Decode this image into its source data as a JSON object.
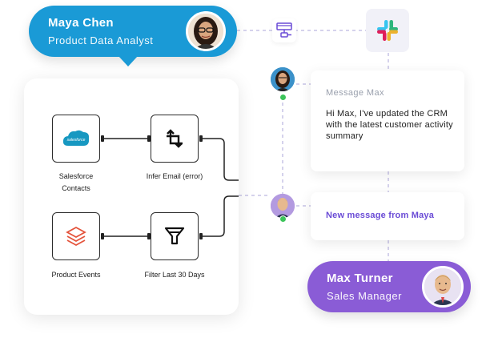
{
  "sender": {
    "name": "Maya Chen",
    "role": "Product Data Analyst",
    "color": "#1a9ad6"
  },
  "recipient": {
    "name": "Max Turner",
    "role": "Sales Manager",
    "color": "#8a5cd6"
  },
  "workflow": {
    "nodes": [
      {
        "label": "Salesforce\nContacts",
        "icon": "salesforce-icon",
        "logo_text": "salesforce"
      },
      {
        "label": "Infer Email (error)",
        "icon": "transform-arrows-icon"
      },
      {
        "label": "Product Events",
        "icon": "layers-stack-icon"
      },
      {
        "label": "Filter Last 30 Days",
        "icon": "funnel-filter-icon"
      }
    ]
  },
  "integrations": [
    {
      "icon": "workflow-diagram-icon"
    },
    {
      "icon": "slack-icon"
    }
  ],
  "chat": {
    "message_card": {
      "title": "Message Max",
      "body": "Hi Max, I've updated the CRM with the latest customer activity summary"
    },
    "notification_card": {
      "text": "New message from Maya"
    }
  },
  "colors": {
    "accent_purple": "#6a4bd6",
    "status_green": "#3cc45a",
    "connector_dash": "#c7c3e6"
  }
}
